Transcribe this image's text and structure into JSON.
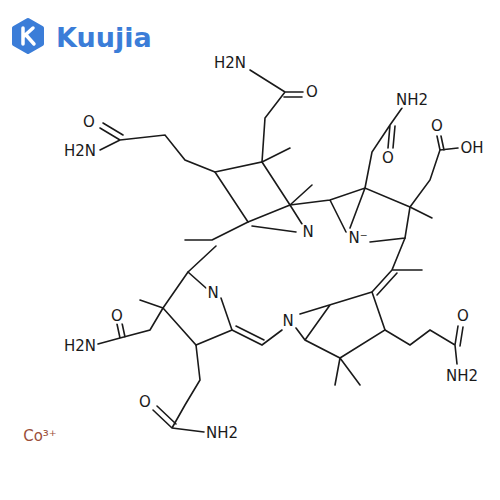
{
  "diagram": {
    "labels": [
      "Kuujia",
      "H2N",
      "O",
      "NH2",
      "O",
      "O",
      "OH",
      "O",
      "H2N",
      "N",
      "N⁻",
      "N",
      "N",
      "O",
      "H2N",
      "O",
      "NH2",
      "O",
      "NH2",
      "Co³⁺"
    ]
  }
}
